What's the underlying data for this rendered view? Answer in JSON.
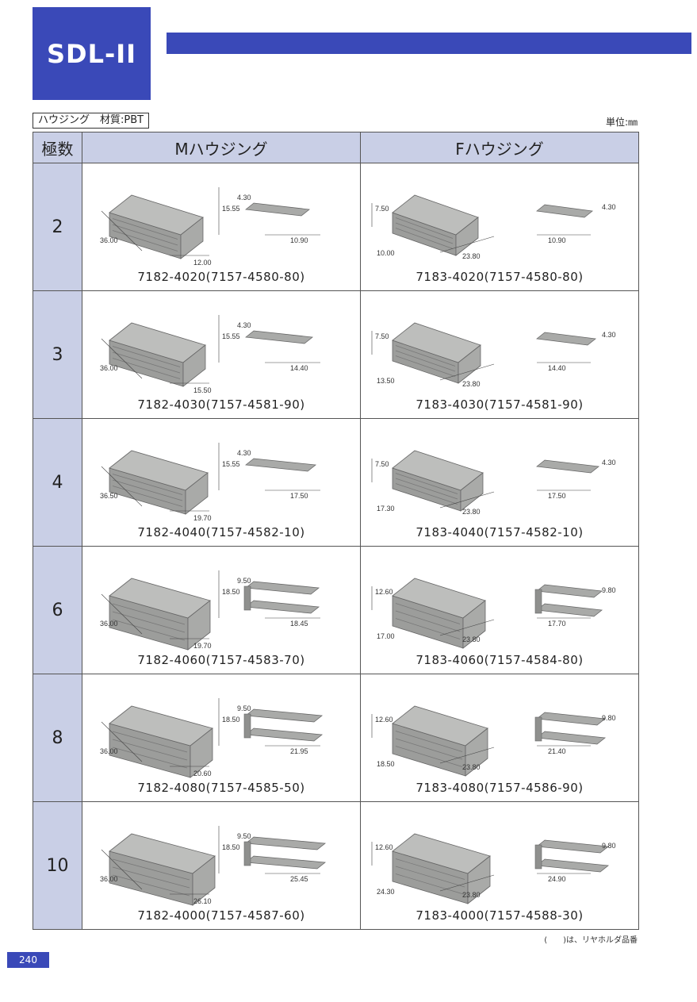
{
  "header": {
    "series_title": "SDL-II"
  },
  "material_label": "ハウジング　材質:PBT",
  "unit_label": "単位:㎜",
  "table": {
    "col_pole": "極数",
    "col_m": "Mハウジング",
    "col_f": "Fハウジング",
    "rows": [
      {
        "poles": "2",
        "m": {
          "part": "7182-4020(7157-4580-80)",
          "dims": [
            "15.55",
            "36.00",
            "12.00",
            "4.30",
            "10.90"
          ]
        },
        "f": {
          "part": "7183-4020(7157-4580-80)",
          "dims": [
            "7.50",
            "10.00",
            "23.80",
            "10.90",
            "4.30"
          ]
        }
      },
      {
        "poles": "3",
        "m": {
          "part": "7182-4030(7157-4581-90)",
          "dims": [
            "15.55",
            "36.00",
            "15.50",
            "4.30",
            "14.40"
          ]
        },
        "f": {
          "part": "7183-4030(7157-4581-90)",
          "dims": [
            "7.50",
            "13.50",
            "23.80",
            "14.40",
            "4.30"
          ]
        }
      },
      {
        "poles": "4",
        "m": {
          "part": "7182-4040(7157-4582-10)",
          "dims": [
            "15.55",
            "36.50",
            "19.70",
            "4.30",
            "17.50"
          ]
        },
        "f": {
          "part": "7183-4040(7157-4582-10)",
          "dims": [
            "7.50",
            "17.30",
            "23.80",
            "17.50",
            "4.30"
          ]
        }
      },
      {
        "poles": "6",
        "m": {
          "part": "7182-4060(7157-4583-70)",
          "dims": [
            "18.50",
            "36.00",
            "19.70",
            "9.50",
            "18.45"
          ]
        },
        "f": {
          "part": "7183-4060(7157-4584-80)",
          "dims": [
            "12.60",
            "17.00",
            "23.80",
            "17.70",
            "9.80"
          ]
        }
      },
      {
        "poles": "8",
        "m": {
          "part": "7182-4080(7157-4585-50)",
          "dims": [
            "18.50",
            "36.00",
            "20.60",
            "9.50",
            "21.95"
          ]
        },
        "f": {
          "part": "7183-4080(7157-4586-90)",
          "dims": [
            "12.60",
            "18.50",
            "23.80",
            "21.40",
            "9.80"
          ]
        }
      },
      {
        "poles": "10",
        "m": {
          "part": "7182-4000(7157-4587-60)",
          "dims": [
            "18.50",
            "36.00",
            "26.10",
            "9.50",
            "25.45"
          ]
        },
        "f": {
          "part": "7183-4000(7157-4588-30)",
          "dims": [
            "12.60",
            "24.30",
            "23.80",
            "24.90",
            "9.80"
          ]
        }
      }
    ]
  },
  "footnote": "(　　)は、リヤホルダ品番",
  "page_number": "240",
  "colors": {
    "accent": "#3a49b8",
    "header_fill": "#c9cfe6",
    "part_gray": "#a9aaa8"
  }
}
